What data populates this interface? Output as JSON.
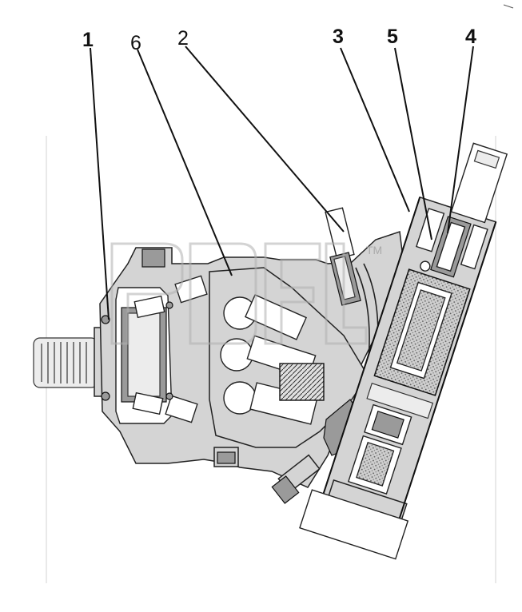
{
  "diagram": {
    "callouts": [
      {
        "id": "1",
        "text": "1",
        "bold": true
      },
      {
        "id": "6",
        "text": "6",
        "bold": false
      },
      {
        "id": "2",
        "text": "2",
        "bold": false
      },
      {
        "id": "3",
        "text": "3",
        "bold": true
      },
      {
        "id": "5",
        "text": "5",
        "bold": true
      },
      {
        "id": "4",
        "text": "4",
        "bold": true
      }
    ],
    "watermark_mark": "TM"
  }
}
